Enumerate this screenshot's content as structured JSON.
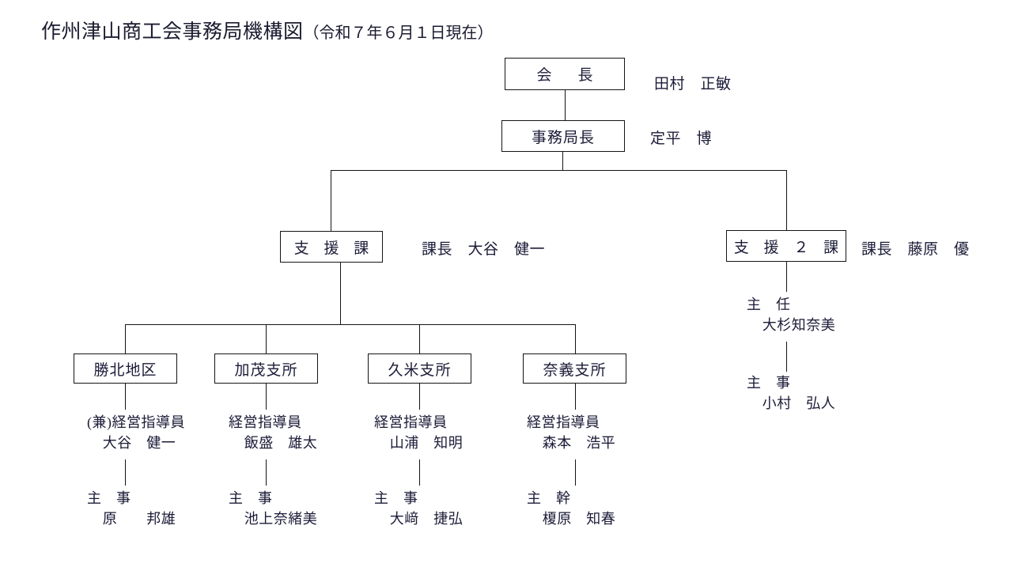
{
  "page": {
    "title_main": "作州津山商工会事務局機構図",
    "title_date": "（令和７年６月１日現在）",
    "ink_color": "#1b1b38",
    "line_color": "#141414",
    "background": "#ffffff"
  },
  "chart_data": {
    "type": "diagram",
    "diagram_kind": "organization-chart",
    "title": "作州津山商工会事務局機構図（令和７年６月１日現在）",
    "nodes": [
      {
        "id": "chairman",
        "box_label": "会　長",
        "side_label": "田村　正敏",
        "level": 0
      },
      {
        "id": "secretary_general",
        "box_label": "事務局長",
        "side_label": "定平　博",
        "level": 1
      },
      {
        "id": "support_div_1",
        "box_label": "支 援 課",
        "side_label": "課長　大谷　健一",
        "level": 2
      },
      {
        "id": "support_div_2",
        "box_label": "支 援 ２ 課",
        "side_label": "課長　藤原　優",
        "level": 2
      },
      {
        "id": "shoboku",
        "box_label": "勝北地区",
        "level": 3
      },
      {
        "id": "kamo",
        "box_label": "加茂支所",
        "level": 3
      },
      {
        "id": "kume",
        "box_label": "久米支所",
        "level": 3
      },
      {
        "id": "nagi",
        "box_label": "奈義支所",
        "level": 3
      }
    ],
    "edges": [
      {
        "from": "chairman",
        "to": "secretary_general"
      },
      {
        "from": "secretary_general",
        "to": "support_div_1"
      },
      {
        "from": "secretary_general",
        "to": "support_div_2"
      },
      {
        "from": "support_div_1",
        "to": "shoboku"
      },
      {
        "from": "support_div_1",
        "to": "kamo"
      },
      {
        "from": "support_div_1",
        "to": "kume"
      },
      {
        "from": "support_div_1",
        "to": "nagi"
      }
    ]
  },
  "top": {
    "chairman": {
      "box": "会　長",
      "name": "田村　正敏"
    },
    "secretary_general": {
      "box": "事務局長",
      "name": "定平　博"
    }
  },
  "divisions": {
    "support1": {
      "box": "支 援 課",
      "chief": "課長　大谷　健一"
    },
    "support2": {
      "box": "支 援 ２ 課",
      "chief": "課長　藤原　優"
    }
  },
  "support2_staff": [
    {
      "role": "主　任",
      "person": "大杉知奈美"
    },
    {
      "role": "主　事",
      "person": "小村　弘人"
    }
  ],
  "branches": [
    {
      "box": "勝北地区",
      "staff": [
        {
          "role": "(兼)経営指導員",
          "person": "大谷　健一"
        },
        {
          "role": "主　事",
          "person": "原　　邦雄"
        }
      ]
    },
    {
      "box": "加茂支所",
      "staff": [
        {
          "role": "経営指導員",
          "person": "飯盛　雄太"
        },
        {
          "role": "主　事",
          "person": "池上奈緒美"
        }
      ]
    },
    {
      "box": "久米支所",
      "staff": [
        {
          "role": "経営指導員",
          "person": "山浦　知明"
        },
        {
          "role": "主　事",
          "person": "大﨑　捷弘"
        }
      ]
    },
    {
      "box": "奈義支所",
      "staff": [
        {
          "role": "経営指導員",
          "person": "森本　浩平"
        },
        {
          "role": "主　幹",
          "person": "榎原　知春"
        }
      ]
    }
  ]
}
